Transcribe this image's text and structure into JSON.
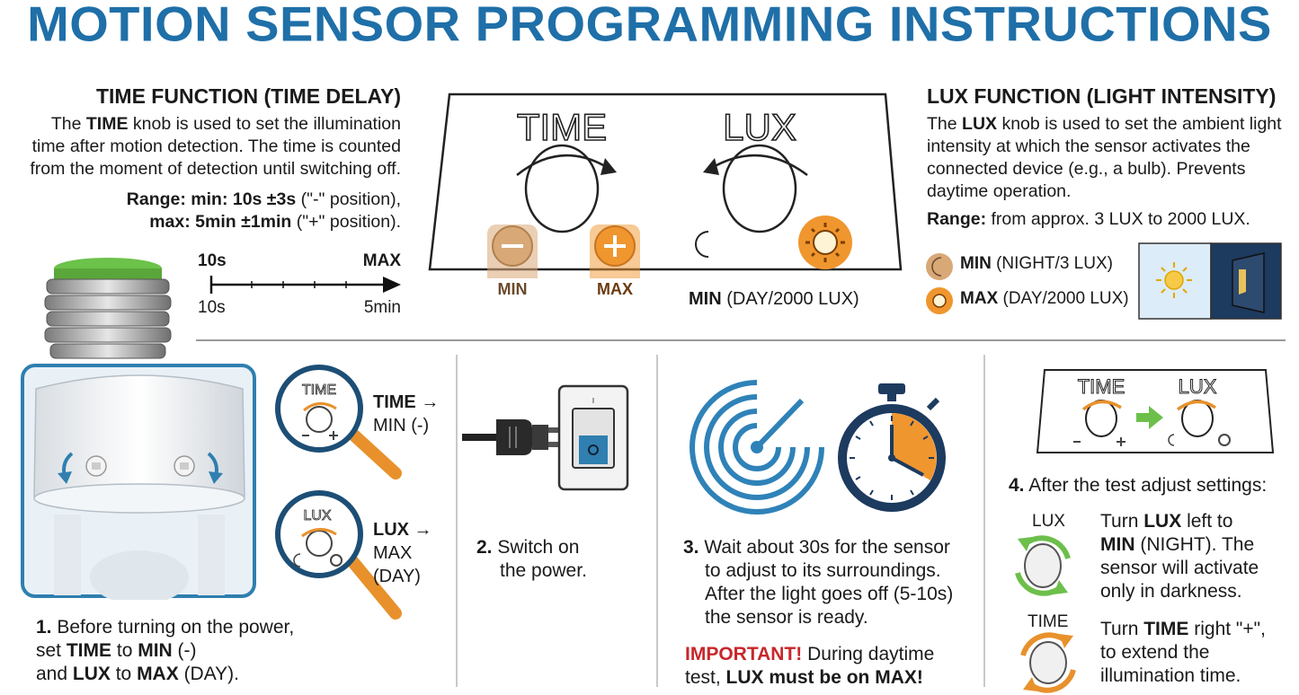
{
  "title": "MOTION SENSOR PROGRAMMING INSTRUCTIONS",
  "time_function": {
    "heading": "TIME FUNCTION (TIME DELAY)",
    "p1_a": "The ",
    "p1_b": "TIME",
    "p1_c": " knob is used to set the illumination",
    "p2": "time after motion detection. The time is counted",
    "p3": "from the moment of detection until switching off.",
    "range1_a": "Range: min: 10s ±3s",
    "range1_b": " (\"-\" position),",
    "range2_a": "max: 5min ±1min",
    "range2_b": " (\"+\" position).",
    "scale_top_left": "10s",
    "scale_top_right": "MAX",
    "scale_bottom_left": "10s",
    "scale_bottom_right": "5min"
  },
  "panel": {
    "time_label": "TIME",
    "lux_label": "LUX",
    "min_tag": "MIN",
    "max_tag": "MAX",
    "caption_a": "MIN",
    "caption_b": " (DAY/2000 LUX)"
  },
  "lux_function": {
    "heading": "LUX FUNCTION (LIGHT INTENSITY)",
    "p1_a": "The ",
    "p1_b": "LUX",
    "p1_c": " knob is used to set the ambient light",
    "p2": "intensity at which the sensor activates the",
    "p3": "connected device (e.g., a bulb). Prevents",
    "p4": "daytime operation.",
    "range_a": "Range:",
    "range_b": " from approx. 3 LUX to 2000 LUX.",
    "min_a": "MIN",
    "min_b": " (NIGHT/3 LUX)",
    "max_a": "MAX",
    "max_b": " (DAY/2000 LUX)"
  },
  "step1": {
    "mag_time_label": "TIME",
    "mag_lux_label": "LUX",
    "time_arrow_a": "TIME →",
    "time_arrow_b": "MIN (-)",
    "lux_arrow_a": "LUX →",
    "lux_arrow_b": "MAX",
    "lux_arrow_c": "(DAY)",
    "num": "1.",
    "l1": " Before turning on the power,",
    "l2_a": "set ",
    "l2_b": "TIME",
    "l2_c": " to ",
    "l2_d": "MIN",
    "l2_e": " (-)",
    "l3_a": "and ",
    "l3_b": "LUX",
    "l3_c": " to ",
    "l3_d": "MAX",
    "l3_e": " (DAY)."
  },
  "step2": {
    "num": "2.",
    "l1": " Switch on",
    "l2": "the power."
  },
  "step3": {
    "num": "3.",
    "l1": " Wait about 30s for the sensor",
    "l2": "to adjust to its surroundings.",
    "l3": "After the light goes off (5-10s)",
    "l4": "the sensor is ready.",
    "imp_a": "IMPORTANT!",
    "imp_b": " During daytime",
    "imp_c": "test, ",
    "imp_d": "LUX must be on MAX!"
  },
  "step4": {
    "panel_time": "TIME",
    "panel_lux": "LUX",
    "num": "4.",
    "heading": " After the test adjust settings:",
    "lux_icon_label": "LUX",
    "lux_l1_a": "Turn ",
    "lux_l1_b": "LUX",
    "lux_l1_c": " left to",
    "lux_l2_a": "MIN",
    "lux_l2_b": " (NIGHT). The",
    "lux_l3": "sensor will activate",
    "lux_l4": "only in darkness.",
    "time_icon_label": "TIME",
    "time_l1_a": "Turn ",
    "time_l1_b": "TIME",
    "time_l1_c": " right \"+\",",
    "time_l2": "to extend the",
    "time_l3": "illumination time."
  },
  "colors": {
    "title_blue": "#1f6fa8",
    "orange": "#f0962e",
    "tan": "#d9a877",
    "green": "#6cbf4b",
    "red": "#c8262b",
    "navy": "#1d3a5f"
  }
}
